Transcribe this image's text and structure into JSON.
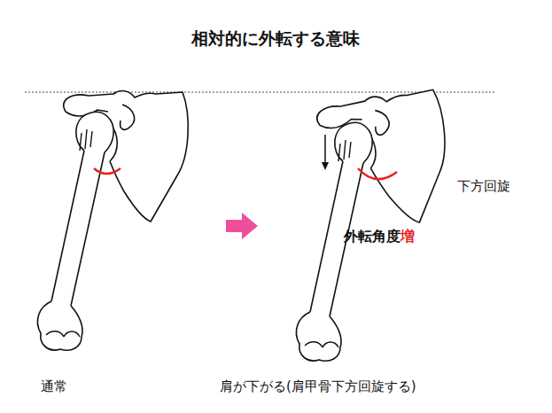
{
  "diagram": {
    "title": "相対的に外転する意味",
    "labels": [
      "下方回旋",
      "外転角度",
      "増",
      "通常",
      "肩が下がる(肩甲骨下方回旋する)"
    ]
  }
}
